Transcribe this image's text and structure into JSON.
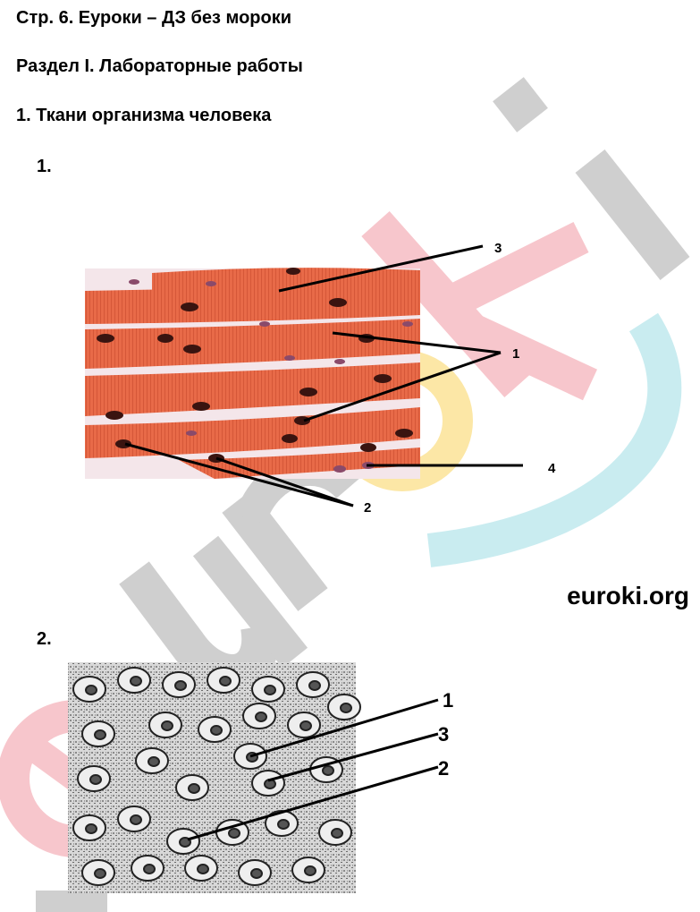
{
  "header": {
    "line1": "Стр. 6. Еуроки – ДЗ без мороки",
    "line2": "Раздел I. Лабораторные работы",
    "line3": "1. Ткани организма человека"
  },
  "figure1": {
    "number": "1.",
    "labels": [
      "3",
      "1",
      "4",
      "2"
    ]
  },
  "figure2": {
    "number": "2.",
    "labels": [
      "1",
      "3",
      "2"
    ]
  },
  "watermark": {
    "site": "euroki.org",
    "logo_text": "euroki",
    "colors": {
      "gray": "#cfcfcf",
      "pink": "#f7c6cc",
      "yellow": "#fce7a6",
      "cyan": "#c9ecf0"
    }
  }
}
